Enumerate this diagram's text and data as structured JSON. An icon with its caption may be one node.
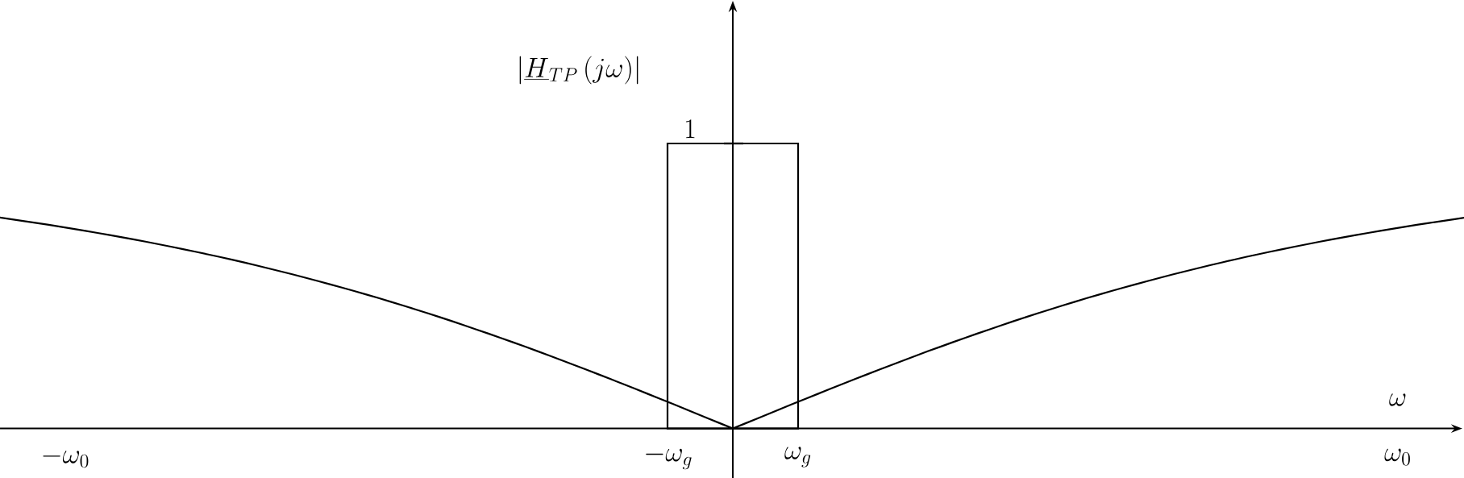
{
  "diagram": {
    "labels": [
      "|\\underline{H}_{TP}\\,(j\\omega)|",
      "1",
      "\\omega",
      "-\\omega_0",
      "-\\omega_g",
      "\\omega_g",
      "\\omega_0"
    ]
  }
}
